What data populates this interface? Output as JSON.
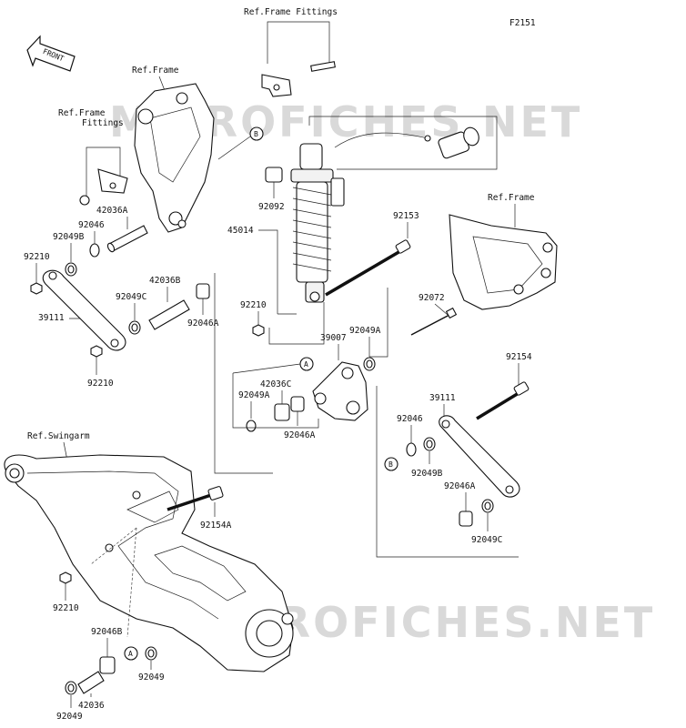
{
  "diagram": {
    "code": "F2151",
    "front_label": "FRONT",
    "watermark": "MICROFICHES.NET",
    "ref_labels": {
      "frame_fittings_top": "Ref.Frame Fittings",
      "frame_top": "Ref.Frame",
      "frame_fittings_left_1": "Ref.Frame",
      "frame_fittings_left_2": "Fittings",
      "frame_right": "Ref.Frame",
      "swingarm": "Ref.Swingarm"
    },
    "callouts": {
      "a": "A",
      "b": "B"
    },
    "parts": {
      "p42036A": "42036A",
      "p92046_tl": "92046",
      "p92049B_tl": "92049B",
      "p92210_tl": "92210",
      "p39111_l": "39111",
      "p92210_l2": "92210",
      "p42036B": "42036B",
      "p92049C_m": "92049C",
      "p92046A_m": "92046A",
      "p92092": "92092",
      "p45014": "45014",
      "p92210_c": "92210",
      "p92153": "92153",
      "p92072": "92072",
      "p39007": "39007",
      "p92049A_r": "92049A",
      "p42036C": "42036C",
      "p92049A_l": "92049A",
      "p92046A_c": "92046A",
      "p92154": "92154",
      "p39111_r": "39111",
      "p92046_r": "92046",
      "p92049B_r": "92049B",
      "p92046A_r": "92046A",
      "p92049C_r": "92049C",
      "p92154A": "92154A",
      "p92210_b": "92210",
      "p92046B": "92046B",
      "p92049_b1": "92049",
      "p42036": "42036",
      "p92049_b2": "92049"
    }
  }
}
